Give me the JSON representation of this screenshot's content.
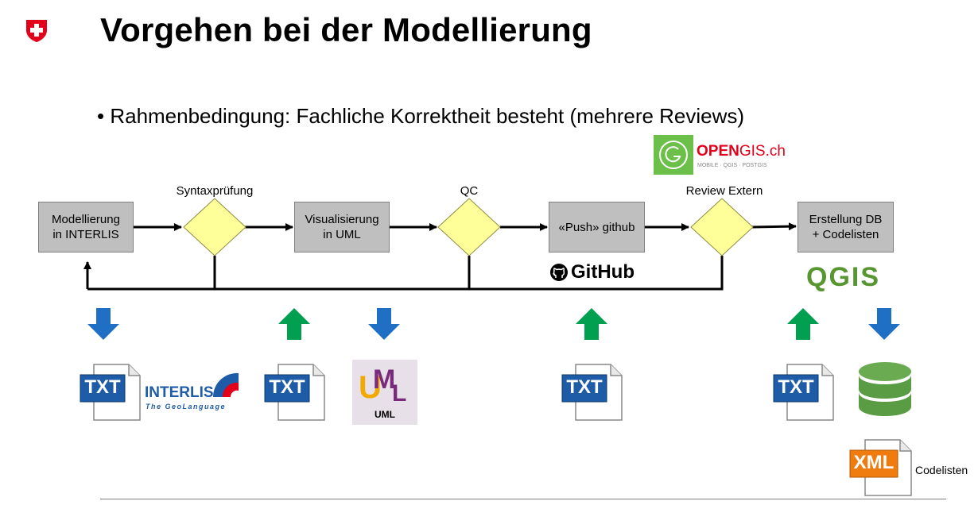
{
  "header": {
    "title": "Vorgehen bei der Modellierung",
    "bullet": "•  Rahmenbedingung: Fachliche Korrektheit besteht (mehrere Reviews)"
  },
  "flow": {
    "boxes": [
      {
        "label": "Modellierung\nin INTERLIS"
      },
      {
        "label": "Visualisierung\nin UML"
      },
      {
        "label": "«Push» github"
      },
      {
        "label": "Erstellung DB\n+ Codelisten"
      }
    ],
    "decisions": [
      {
        "label": "Syntaxprüfung"
      },
      {
        "label": "QC"
      },
      {
        "label": "Review Extern"
      }
    ]
  },
  "logos": {
    "opengis_name_a": "OPEN",
    "opengis_name_b": "GIS.ch",
    "opengis_tagline": "MOBILE · QGIS · POSTGIS",
    "github": "GitHub",
    "qgis": "QGIS",
    "interlis_name": "INTERLIS",
    "interlis_tagline": "The GeoLanguage",
    "uml_caption": "UML",
    "uml_letters": "UML"
  },
  "artifacts": {
    "txt_label": "TXT",
    "xml_label": "XML",
    "codelisten": "Codelisten"
  },
  "colors": {
    "process_box": "#bfbfbf",
    "decision": "#ffff99",
    "arrow_down": "#1f6fc5",
    "arrow_up": "#00a050",
    "swiss_red": "#e2001a"
  }
}
